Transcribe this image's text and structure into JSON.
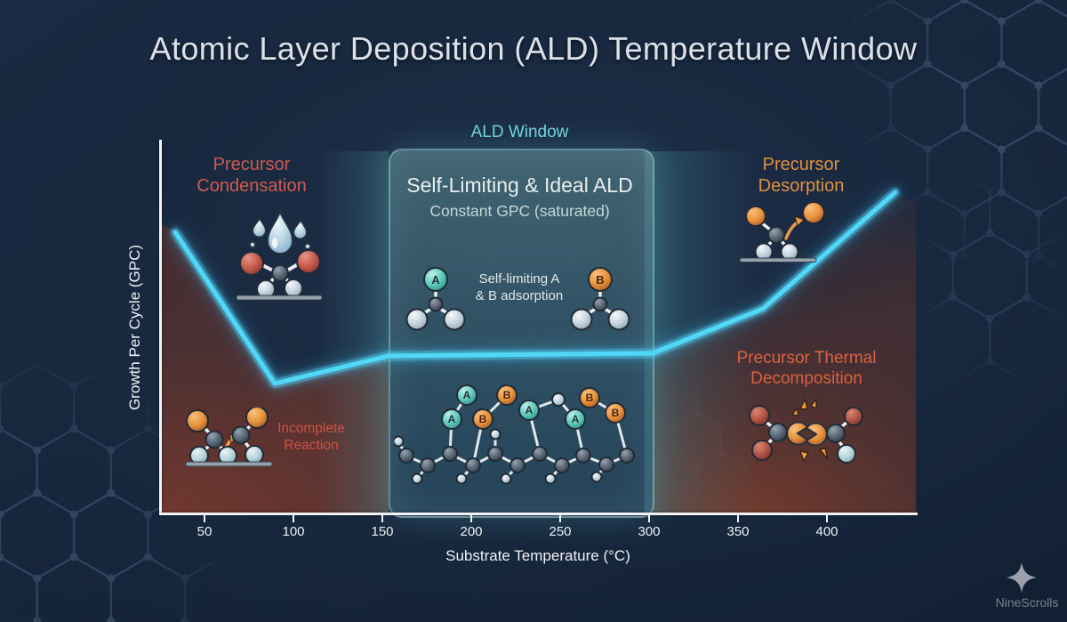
{
  "title": "Atomic Layer Deposition (ALD) Temperature Window",
  "axes": {
    "x_label": "Substrate Temperature (°C)",
    "y_label": "Growth Per Cycle (GPC)",
    "x_ticks": [
      "50",
      "100",
      "150",
      "200",
      "250",
      "300",
      "350",
      "400"
    ]
  },
  "ald_window": {
    "label": "ALD Window",
    "heading": "Self-Limiting & Ideal ALD",
    "subheading": "Constant GPC (saturated)",
    "adsorption_line1": "Self-limiting A",
    "adsorption_line2": "& B adsorption",
    "atom_a": "A",
    "atom_b": "B",
    "temperature_range_c": [
      150,
      300
    ]
  },
  "regions": {
    "condensation_line1": "Precursor",
    "condensation_line2": "Condensation",
    "incomplete_line1": "Incomplete",
    "incomplete_line2": "Reaction",
    "desorption_line1": "Precursor",
    "desorption_line2": "Desorption",
    "decomposition_line1": "Precursor Thermal",
    "decomposition_line2": "Decomposition"
  },
  "watermark": {
    "label": "NineScrolls"
  },
  "icons": [
    "water-droplets-condensation-icon",
    "incomplete-reaction-molecule-icon",
    "precursor-a-molecule-icon",
    "precursor-b-molecule-icon",
    "saturated-surface-chain-icon",
    "desorption-molecule-icon",
    "thermal-decomposition-molecule-icon",
    "four-point-star-icon"
  ],
  "colors": {
    "background": "#16263c",
    "curve": "#52d8f7",
    "ald_window_label": "#6fd3dc",
    "ald_box_fill": "rgba(80,130,142,0.45)",
    "condensation_text": "#d15a50",
    "incomplete_text": "#cc5244",
    "desorption_text": "#e0903f",
    "decomposition_text": "#da6040",
    "axis": "#f1f3f6",
    "title": "#dce1e9",
    "watermark": "#77828f",
    "atom_a_fill": "#62cabe",
    "atom_b_fill": "#e8943f",
    "warm_region_tint": "#803a2b"
  },
  "chart_data": {
    "type": "line",
    "title": "Atomic Layer Deposition (ALD) Temperature Window",
    "xlabel": "Substrate Temperature (°C)",
    "ylabel": "Growth Per Cycle (GPC)",
    "x_ticks": [
      50,
      100,
      150,
      200,
      250,
      300,
      350,
      400
    ],
    "xlim": [
      30,
      445
    ],
    "ylabel_note": "y axis has no numeric ticks; values below are relative GPC (0-1)",
    "grid": false,
    "legend": false,
    "series": [
      {
        "name": "GPC vs substrate temperature",
        "x": [
          34,
          89,
          154,
          302,
          365,
          440
        ],
        "y": [
          0.76,
          0.35,
          0.43,
          0.43,
          0.55,
          0.86
        ]
      }
    ],
    "highlight_band": {
      "label": "ALD Window",
      "x_range": [
        150,
        300
      ]
    },
    "annotations": [
      "Precursor Condensation (low T, GPC rises)",
      "Incomplete Reaction (low T)",
      "Self-Limiting & Ideal ALD — Constant GPC (saturated)",
      "Self-limiting A & B adsorption",
      "Precursor Desorption (high T)",
      "Precursor Thermal Decomposition (high T, GPC rises)"
    ]
  }
}
